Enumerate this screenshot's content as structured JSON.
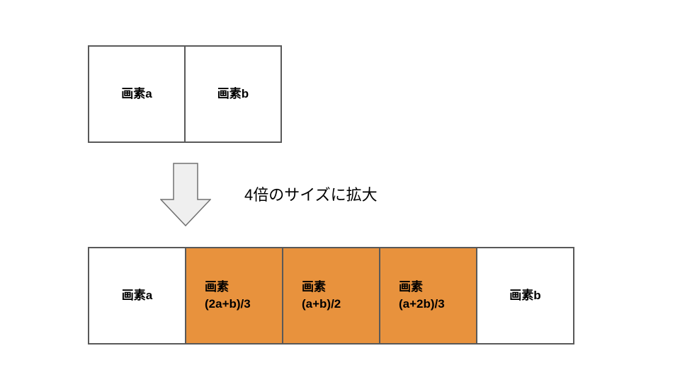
{
  "colors": {
    "background": "#ffffff",
    "box_border": "#595959",
    "highlight_fill": "#e8923d",
    "arrow_fill": "#efefef",
    "arrow_stroke": "#707070",
    "text": "#000000"
  },
  "original_row": {
    "cells": [
      {
        "label": "画素a"
      },
      {
        "label": "画素b"
      }
    ]
  },
  "caption": {
    "text": "4倍のサイズに拡大"
  },
  "enlarged_row": {
    "cells": [
      {
        "label": "画素a",
        "highlighted": false
      },
      {
        "label_line1": "画素",
        "label_line2": "(2a+b)/3",
        "highlighted": true
      },
      {
        "label_line1": "画素",
        "label_line2": "(a+b)/2",
        "highlighted": true
      },
      {
        "label_line1": "画素",
        "label_line2": "(a+2b)/3",
        "highlighted": true
      },
      {
        "label": "画素b",
        "highlighted": false
      }
    ]
  }
}
